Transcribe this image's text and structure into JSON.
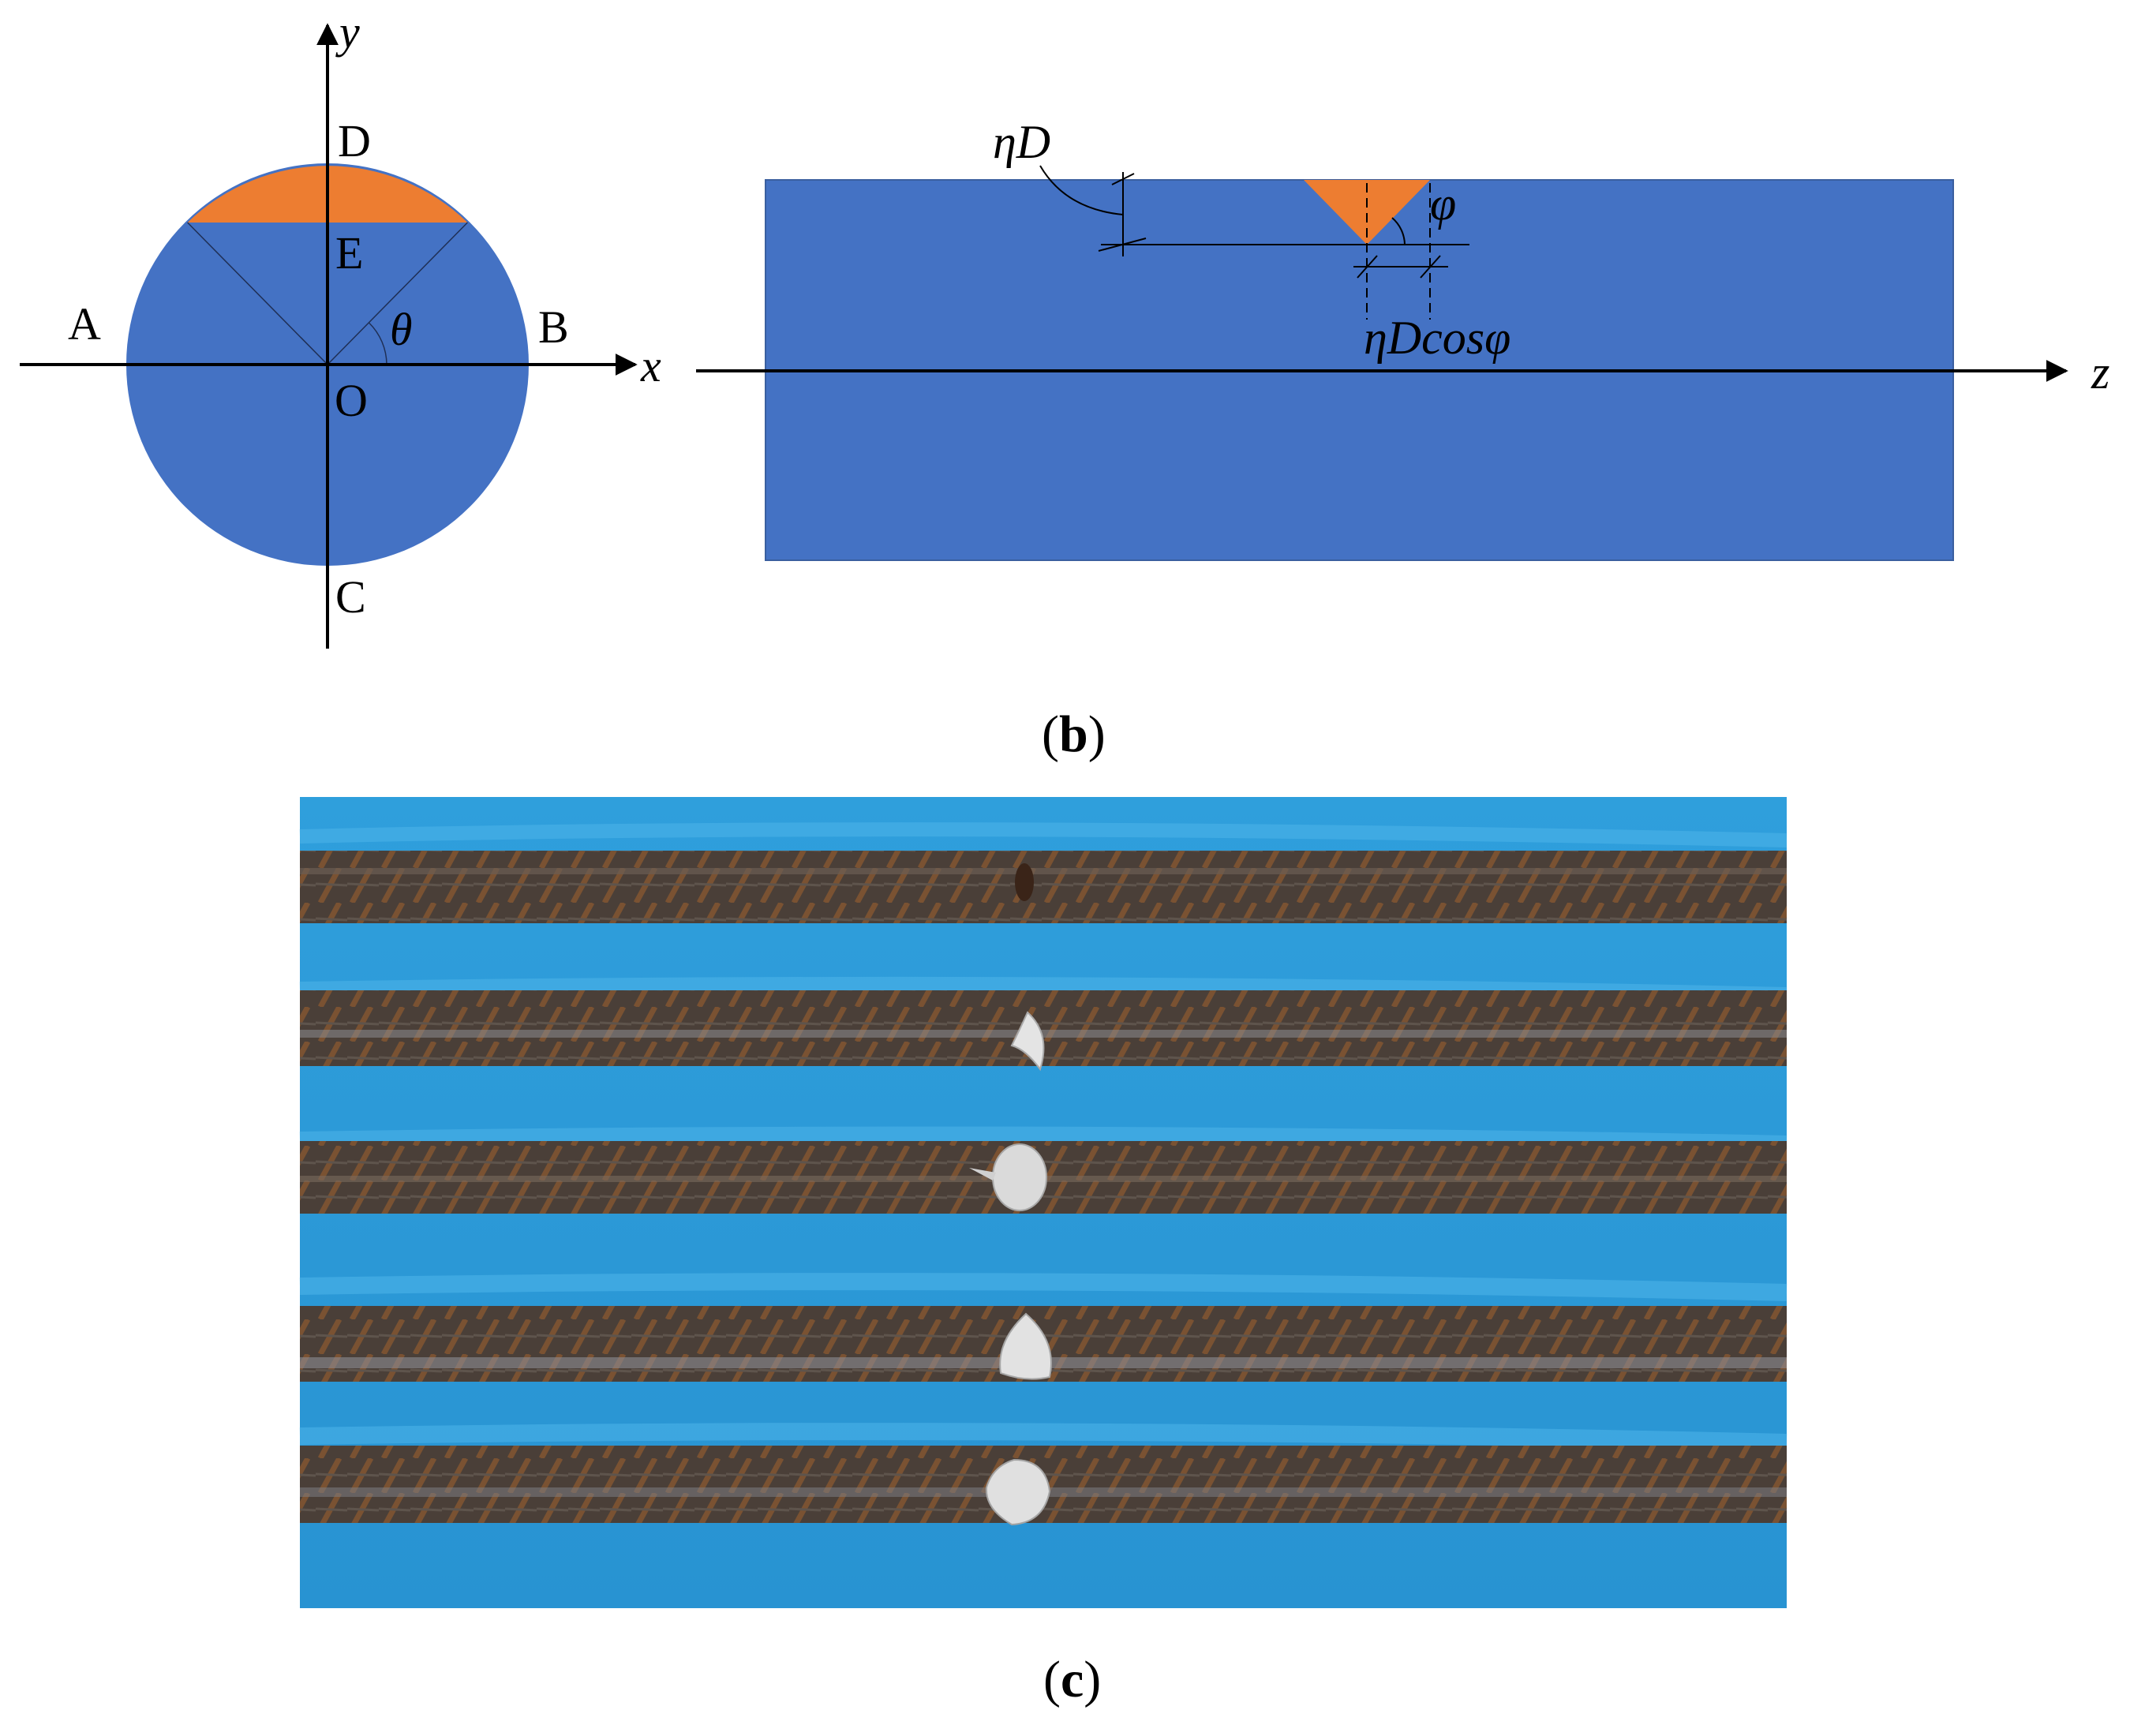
{
  "cross_section": {
    "labels": {
      "y": "y",
      "x": "x",
      "D": "D",
      "E": "E",
      "A": "A",
      "B": "B",
      "O": "O",
      "C": "C",
      "theta": "θ"
    }
  },
  "side_view": {
    "labels": {
      "eta_D": "ηD",
      "phi": "φ",
      "eta_D_cos_phi": "ηDcosφ",
      "z": "z"
    }
  },
  "captions": {
    "b": {
      "open": "(",
      "letter": "b",
      "close": ")"
    },
    "c": {
      "open": "(",
      "letter": "c",
      "close": ")"
    }
  },
  "colors": {
    "rebar_blue": "#4472C4",
    "corrosion_orange": "#ED7D31",
    "photo_background": "#2E9BD8",
    "rebar_steel": "#4A3F38",
    "pit_silver": "#D8D8D8"
  },
  "photo": {
    "rebar_count": 5
  }
}
